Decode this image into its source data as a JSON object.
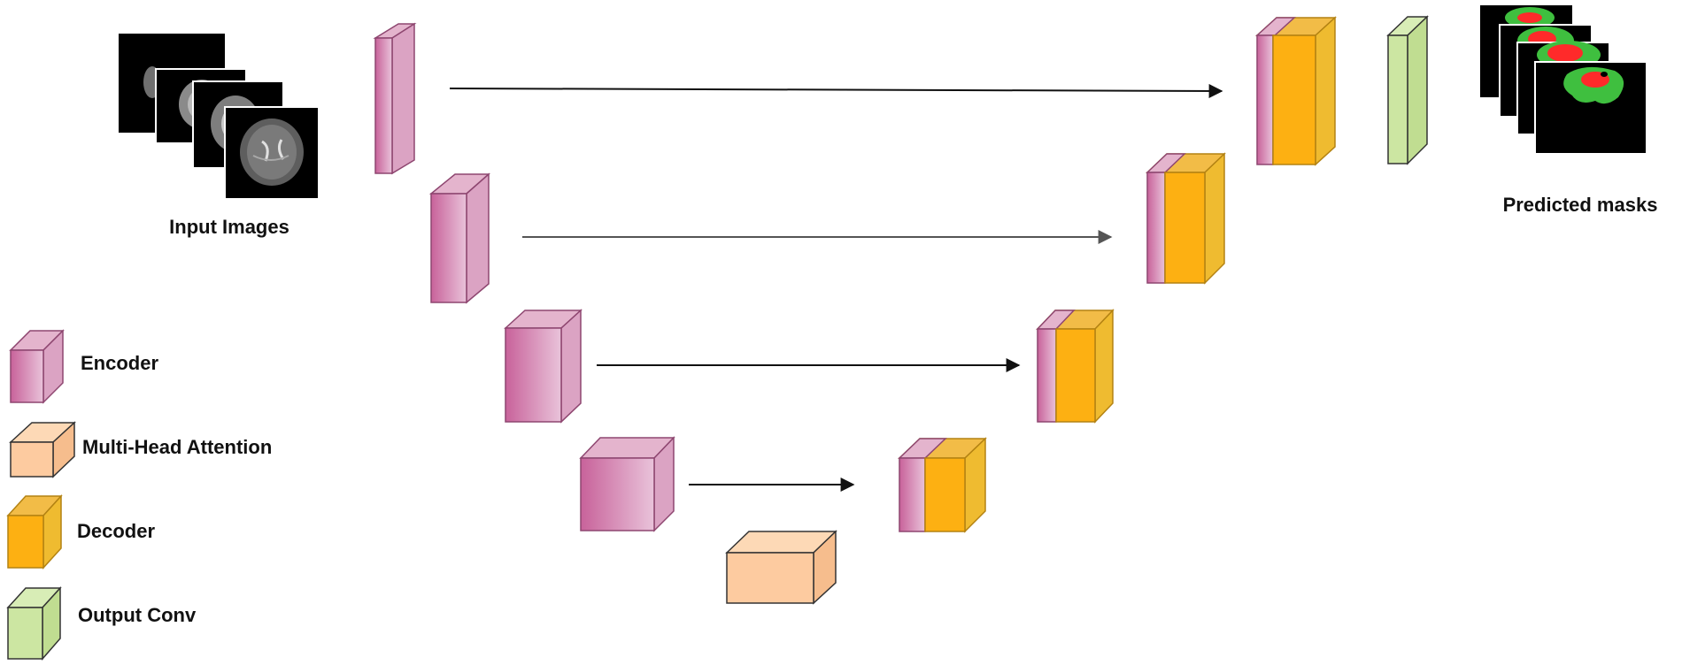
{
  "labels": {
    "input_images": "Input Images",
    "predicted_masks": "Predicted masks"
  },
  "legend": [
    {
      "key": "encoder",
      "label": "Encoder"
    },
    {
      "key": "attention",
      "label": "Multi-Head Attention"
    },
    {
      "key": "decoder",
      "label": "Decoder"
    },
    {
      "key": "output",
      "label": "Output Conv"
    }
  ],
  "colors": {
    "encoder_front_start": "#c8629a",
    "encoder_front_end": "#e9c3da",
    "encoder_top": "#e4b4cd",
    "encoder_side": "#dba3c3",
    "encoder_stroke": "#8e4670",
    "attention_front": "#fdcba0",
    "attention_top": "#fdd9b6",
    "attention_side": "#f6bd8d",
    "attention_stroke": "#333333",
    "decoder_front": "#fdb012",
    "decoder_top": "#f2bc47",
    "decoder_side": "#efbb30",
    "decoder_stroke": "#b38212",
    "output_front": "#cce6a2",
    "output_top": "#d8edb6",
    "output_side": "#c0dd91",
    "output_stroke": "#333333",
    "mask_background": "#000000",
    "mask_edema": "#3fbf3f",
    "mask_core": "#ff2a2a",
    "arrow": "#111111"
  }
}
